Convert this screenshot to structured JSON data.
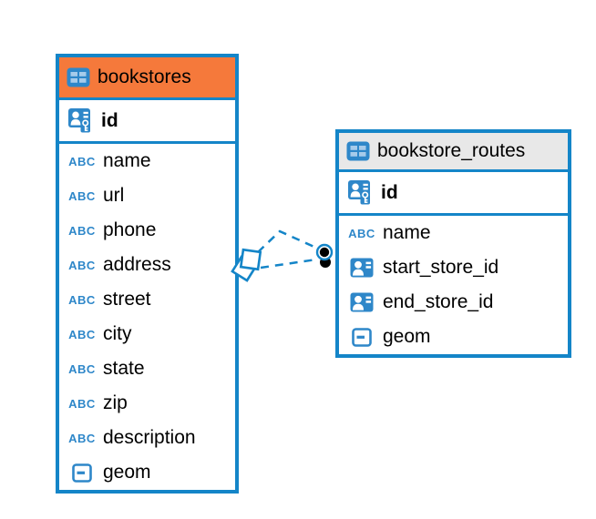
{
  "diagram": {
    "kind": "entity-relationship",
    "background": "#FFFFFF"
  },
  "colors": {
    "table_border": "#1485C8",
    "relationship_line": "#1485C8",
    "icon_blue": "#2E87C9",
    "icon_cell_light": "#A6CBEA",
    "bookstores_header_bg": "#F5793B",
    "routes_header_bg": "#E8E8E8",
    "text": "#000000",
    "connector_dot": "#000000"
  },
  "icons": {
    "text_type_glyph": "ABC"
  },
  "tables": [
    {
      "name": "bookstores",
      "header_color": "#F5793B",
      "primary_key": {
        "label": "id",
        "type": "primary-key"
      },
      "columns": [
        {
          "label": "name",
          "type": "text"
        },
        {
          "label": "url",
          "type": "text"
        },
        {
          "label": "phone",
          "type": "text"
        },
        {
          "label": "address",
          "type": "text"
        },
        {
          "label": "street",
          "type": "text"
        },
        {
          "label": "city",
          "type": "text"
        },
        {
          "label": "state",
          "type": "text"
        },
        {
          "label": "zip",
          "type": "text"
        },
        {
          "label": "description",
          "type": "text"
        },
        {
          "label": "geom",
          "type": "geometry"
        }
      ]
    },
    {
      "name": "bookstore_routes",
      "header_color": "#E8E8E8",
      "primary_key": {
        "label": "id",
        "type": "primary-key"
      },
      "columns": [
        {
          "label": "name",
          "type": "text"
        },
        {
          "label": "start_store_id",
          "type": "reference"
        },
        {
          "label": "end_store_id",
          "type": "reference"
        },
        {
          "label": "geom",
          "type": "geometry"
        }
      ]
    }
  ],
  "relationships": [
    {
      "from": "bookstore_routes",
      "to": "bookstores",
      "line_style": "dashed",
      "end_markers": "diamond-at-bookstores, dot-at-routes"
    },
    {
      "from": "bookstore_routes",
      "to": "bookstores",
      "line_style": "dashed",
      "end_markers": "diamond-at-bookstores, dot-at-routes"
    }
  ]
}
